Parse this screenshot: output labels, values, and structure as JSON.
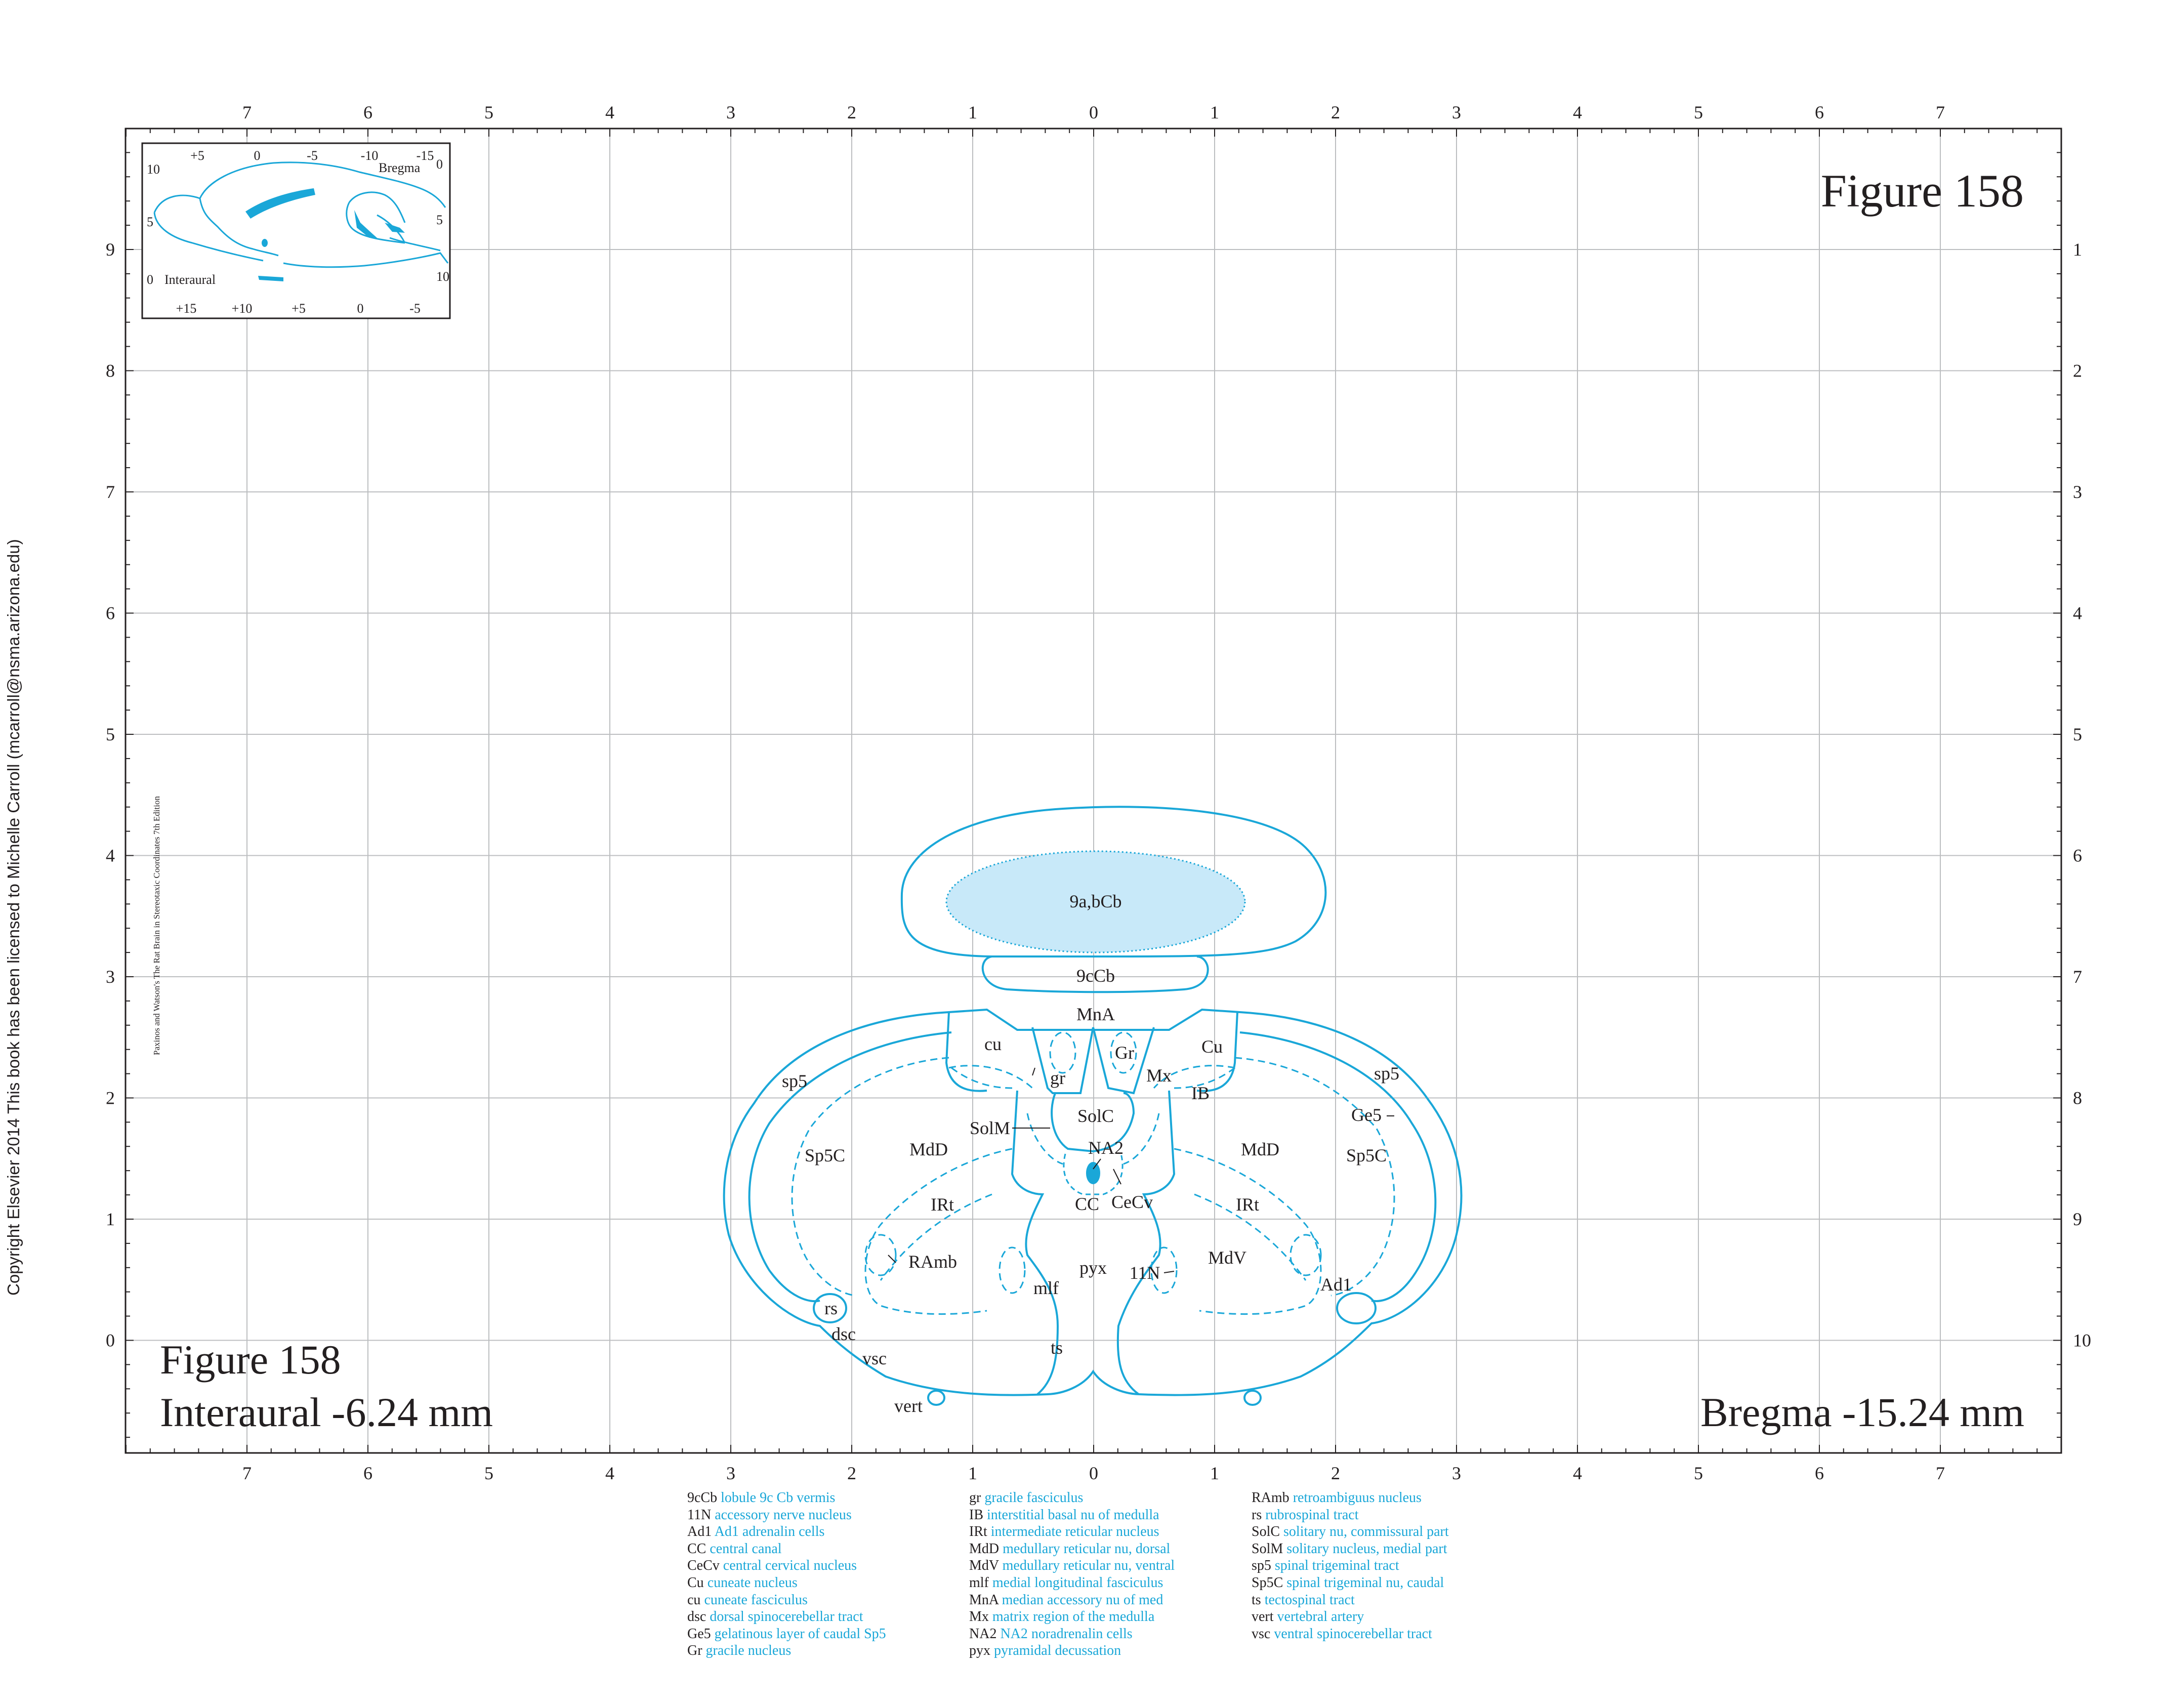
{
  "figure": {
    "title_top": "Figure 158",
    "title_bottom": "Figure 158",
    "interaural": "Interaural -6.24 mm",
    "bregma": "Bregma -15.24 mm"
  },
  "copyright": "Copyright Elsevier 2014 This book has been licensed to Michelle Carroll (mcarroll@nsma.arizona.edu)",
  "edition": "Paxinos and Watson's The Rat Brain in Stereotaxic Coordinates    7th Edition",
  "axes": {
    "top": [
      "7",
      "6",
      "5",
      "4",
      "3",
      "2",
      "1",
      "0",
      "1",
      "2",
      "3",
      "4",
      "5",
      "6",
      "7"
    ],
    "bottom": [
      "7",
      "6",
      "5",
      "4",
      "3",
      "2",
      "1",
      "0",
      "1",
      "2",
      "3",
      "4",
      "5",
      "6",
      "7"
    ],
    "left": [
      "9",
      "8",
      "7",
      "6",
      "5",
      "4",
      "3",
      "2",
      "1",
      "0"
    ],
    "right": [
      "1",
      "2",
      "3",
      "4",
      "5",
      "6",
      "7",
      "8",
      "9",
      "10"
    ]
  },
  "inset": {
    "top_ticks": [
      "+5",
      "0",
      "-5",
      "-10",
      "-15"
    ],
    "bottom_ticks": [
      "+15",
      "+10",
      "+5",
      "0",
      "-5"
    ],
    "left_ticks": [
      "10",
      "5",
      "0"
    ],
    "right_ticks": [
      "0",
      "5",
      "10"
    ],
    "bregma_label": "Bregma",
    "interaural_label": "Interaural"
  },
  "structures": {
    "cb9ab": "9a,bCb",
    "cb9c": "9cCb",
    "mna": "MnA",
    "cu_l": "cu",
    "cu_r": "Cu",
    "gr_l": "gr",
    "gr_r": "Gr",
    "mx": "Mx",
    "ib": "IB",
    "sp5_l": "sp5",
    "sp5_r": "sp5",
    "ge5": "Ge5",
    "solm": "SolM",
    "solc": "SolC",
    "na2": "NA2",
    "sp5c_l": "Sp5C",
    "sp5c_r": "Sp5C",
    "mdd_l": "MdD",
    "mdd_r": "MdD",
    "irt_l": "IRt",
    "irt_r": "IRt",
    "cc": "CC",
    "cecv": "CeCv",
    "ramb": "RAmb",
    "pyx": "pyx",
    "n11": "11N",
    "mdv": "MdV",
    "mlf": "mlf",
    "ad1": "Ad1",
    "rs": "rs",
    "dsc": "dsc",
    "vsc": "vsc",
    "ts": "ts",
    "vert": "vert"
  },
  "legend": {
    "col1": [
      {
        "abbr": "9cCb",
        "desc": "lobule 9c Cb vermis"
      },
      {
        "abbr": "11N",
        "desc": "accessory nerve nucleus"
      },
      {
        "abbr": "Ad1",
        "desc": "Ad1 adrenalin cells"
      },
      {
        "abbr": "CC",
        "desc": "central canal"
      },
      {
        "abbr": "CeCv",
        "desc": "central cervical nucleus"
      },
      {
        "abbr": "Cu",
        "desc": "cuneate nucleus"
      },
      {
        "abbr": "cu",
        "desc": "cuneate fasciculus"
      },
      {
        "abbr": "dsc",
        "desc": "dorsal spinocerebellar tract"
      },
      {
        "abbr": "Ge5",
        "desc": "gelatinous layer of caudal Sp5"
      },
      {
        "abbr": "Gr",
        "desc": "gracile nucleus"
      }
    ],
    "col2": [
      {
        "abbr": "gr",
        "desc": "gracile fasciculus"
      },
      {
        "abbr": "IB",
        "desc": "interstitial basal nu of medulla"
      },
      {
        "abbr": "IRt",
        "desc": "intermediate reticular nucleus"
      },
      {
        "abbr": "MdD",
        "desc": "medullary reticular nu, dorsal"
      },
      {
        "abbr": "MdV",
        "desc": "medullary reticular nu, ventral"
      },
      {
        "abbr": "mlf",
        "desc": "medial longitudinal fasciculus"
      },
      {
        "abbr": "MnA",
        "desc": "median accessory nu of med"
      },
      {
        "abbr": "Mx",
        "desc": "matrix region of the medulla"
      },
      {
        "abbr": "NA2",
        "desc": "NA2 noradrenalin cells"
      },
      {
        "abbr": "pyx",
        "desc": "pyramidal decussation"
      }
    ],
    "col3": [
      {
        "abbr": "RAmb",
        "desc": "retroambiguus nucleus"
      },
      {
        "abbr": "rs",
        "desc": "rubrospinal tract"
      },
      {
        "abbr": "SolC",
        "desc": "solitary nu, commissural part"
      },
      {
        "abbr": "SolM",
        "desc": "solitary nucleus, medial part"
      },
      {
        "abbr": "sp5",
        "desc": "spinal trigeminal tract"
      },
      {
        "abbr": "Sp5C",
        "desc": "spinal trigeminal nu, caudal"
      },
      {
        "abbr": "ts",
        "desc": "tectospinal tract"
      },
      {
        "abbr": "vert",
        "desc": "vertebral artery"
      },
      {
        "abbr": "vsc",
        "desc": "ventral spinocerebellar tract"
      }
    ]
  },
  "colors": {
    "accent": "#1aa7d8",
    "fill": "#c8e9f9",
    "grid": "#bcbec0",
    "text": "#231f20"
  }
}
